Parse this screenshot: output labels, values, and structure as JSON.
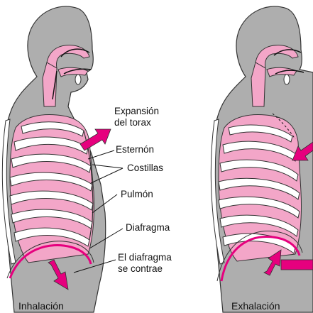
{
  "panels": {
    "left_caption": "Inhalación",
    "right_caption": "Exhalación"
  },
  "labels": {
    "expansion_line1": "Expansión",
    "expansion_line2": "del torax",
    "sternum": "Esternón",
    "ribs": "Costillas",
    "lung": "Pulmón",
    "diaphragm": "Diafragma",
    "contracts_line1": "El diafragma",
    "contracts_line2": "se contrae"
  },
  "colors": {
    "body": "#aeaeae",
    "lung_pink": "#f3a6c8",
    "arrow_magenta": "#e6007e",
    "bone": "#ffffff",
    "outline": "#222222"
  },
  "icons": {
    "expansion": "arrow-up-right-icon",
    "diaphragm_contraction": "arrow-down-icon"
  }
}
